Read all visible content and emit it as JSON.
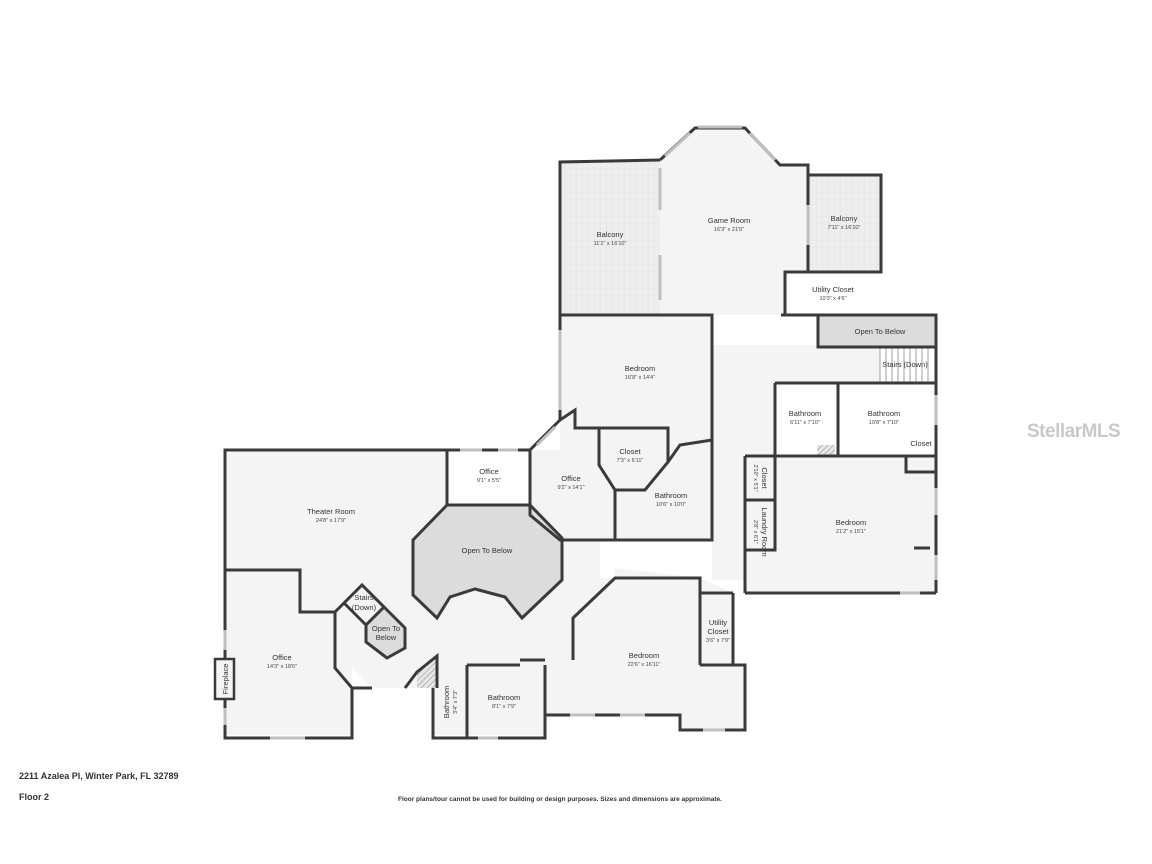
{
  "property": {
    "address": "2211 Azalea Pl, Winter Park, FL 32789",
    "floor": "Floor 2",
    "disclaimer": "Floor plans/tour cannot be used for building or design purposes. Sizes and dimensions are approximate.",
    "watermark": "StellarMLS"
  },
  "colors": {
    "wall": "#3a3a3a",
    "floor": "#f4f4f4",
    "open_below": "#dcdcdc",
    "balcony": "#eeeeee",
    "window": "#bfbfbf"
  },
  "rooms": {
    "balcony_left": {
      "name": "Balcony",
      "dims": "11'1\" x 16'10\""
    },
    "game_room": {
      "name": "Game Room",
      "dims": "16'3\" x 21'0\""
    },
    "balcony_right": {
      "name": "Balcony",
      "dims": "7'11\" x 16'10\""
    },
    "utility_closet_top": {
      "name": "Utility Closet",
      "dims": "10'3\" x 4'6\""
    },
    "open_to_below_top": {
      "name": "Open To Below"
    },
    "stairs_down_right": {
      "name": "Stairs (Down)"
    },
    "bedroom_upper": {
      "name": "Bedroom",
      "dims": "16'8\" x 14'4\""
    },
    "bathroom_right_a": {
      "name": "Bathroom",
      "dims": "6'11\" x 7'10\""
    },
    "bathroom_right_b": {
      "name": "Bathroom",
      "dims": "10'8\" x 7'10\""
    },
    "closet_small_right": {
      "name": "Closet"
    },
    "closet_mid": {
      "name": "Closet",
      "dims": "7'3\" x 6'11\""
    },
    "closet_vertical": {
      "name": "Closet",
      "dims": "2'10\" x 5'1\""
    },
    "laundry_room": {
      "name": "Laundry Room",
      "dims": "2'8\" x 6'1\""
    },
    "office_small": {
      "name": "Office",
      "dims": "9'1\" x 5'5\""
    },
    "office_mid": {
      "name": "Office",
      "dims": "9'2\" x 14'1\""
    },
    "bathroom_mid": {
      "name": "Bathroom",
      "dims": "10'6\" x 10'0\""
    },
    "bedroom_right": {
      "name": "Bedroom",
      "dims": "21'2\" x 15'1\""
    },
    "theater_room": {
      "name": "Theater Room",
      "dims": "24'8\" x 17'9\""
    },
    "open_to_below_center": {
      "name": "Open To Below"
    },
    "stairs_down_left": {
      "name": "Stairs (Down)"
    },
    "open_to_below_small": {
      "name": "Open To Below"
    },
    "office_left": {
      "name": "Office",
      "dims": "14'3\" x 18'6\""
    },
    "fireplace": {
      "name": "Fireplace"
    },
    "utility_closet_bottom": {
      "name": "Utility Closet",
      "dims": "3'6\" x 7'9\""
    },
    "bedroom_bottom": {
      "name": "Bedroom",
      "dims": "22'6\" x 16'11\""
    },
    "bathroom_bottom_small": {
      "name": "Bathroom",
      "dims": "3'4\" x 7'3\""
    },
    "bathroom_bottom": {
      "name": "Bathroom",
      "dims": "8'1\" x 7'9\""
    }
  }
}
